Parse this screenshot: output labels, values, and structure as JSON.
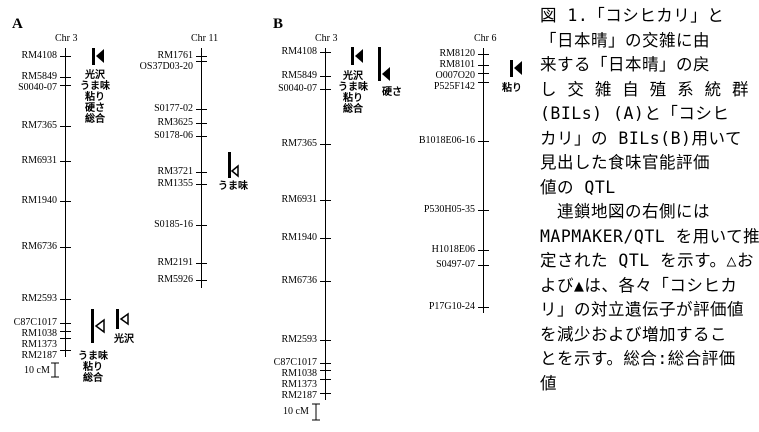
{
  "panel_a": {
    "letter": "A",
    "chr3": {
      "label": "Chr 3",
      "markers": [
        "RM4108",
        "RM5849",
        "S0040-07",
        "RM7365",
        "RM6931",
        "RM1940",
        "RM6736",
        "RM2593",
        "C87C1017",
        "RM1038",
        "RM1373",
        "RM2187"
      ]
    },
    "chr11": {
      "label": "Chr 11",
      "markers": [
        "RM1761",
        "OS37D03-20",
        "S0177-02",
        "RM3625",
        "S0178-06",
        "RM3721",
        "RM1355",
        "S0185-16",
        "RM2191",
        "RM5926"
      ]
    },
    "qtl": [
      {
        "chr": "Chr 3",
        "type": "increase",
        "traits": [
          "光沢",
          "うま味",
          "粘り",
          "硬さ",
          "総合"
        ]
      },
      {
        "chr": "Chr 3",
        "type": "decrease",
        "traits": [
          "うま味",
          "粘り",
          "総合"
        ]
      },
      {
        "chr": "Chr 3",
        "type": "decrease",
        "traits": [
          "光沢"
        ]
      },
      {
        "chr": "Chr 11",
        "type": "decrease",
        "traits": [
          "うま味"
        ]
      }
    ],
    "scale": "10 cM"
  },
  "panel_b": {
    "letter": "B",
    "chr3": {
      "label": "Chr 3",
      "markers": [
        "RM4108",
        "RM5849",
        "S0040-07",
        "RM7365",
        "RM6931",
        "RM1940",
        "RM6736",
        "RM2593",
        "C87C1017",
        "RM1038",
        "RM1373",
        "RM2187"
      ]
    },
    "chr6": {
      "label": "Chr 6",
      "markers": [
        "RM8120",
        "RM8101",
        "O007O20",
        "P525F142",
        "B1018E06-16",
        "P530H05-35",
        "H1018E06",
        "S0497-07",
        "P17G10-24"
      ]
    },
    "qtl": [
      {
        "chr": "Chr 3",
        "type": "increase",
        "traits": [
          "光沢",
          "うま味",
          "粘り",
          "総合"
        ]
      },
      {
        "chr": "Chr 3",
        "type": "increase",
        "traits": [
          "硬さ"
        ]
      },
      {
        "chr": "Chr 6",
        "type": "increase",
        "traits": [
          "粘り"
        ]
      }
    ],
    "scale": "10 cM"
  },
  "caption": {
    "lines": [
      "図 1.「コシヒカリ」と",
      "「日本晴」の交雑に由",
      "来する「日本晴」の戻",
      "し 交 雑 自 殖 系 統 群",
      "(BILs) (A)と「コシヒ",
      "カリ」の BILs(B)用いて",
      "見出した食味官能評価",
      "値の QTL",
      "　連鎖地図の右側には",
      "MAPMAKER/QTL を用いて推",
      "定された QTL を示す。△お",
      "よび▲は、各々「コシヒカ",
      "リ」の対立遺伝子が評価値",
      "を減少および増加するこ",
      "とを示す。総合:総合評価",
      "値"
    ]
  }
}
